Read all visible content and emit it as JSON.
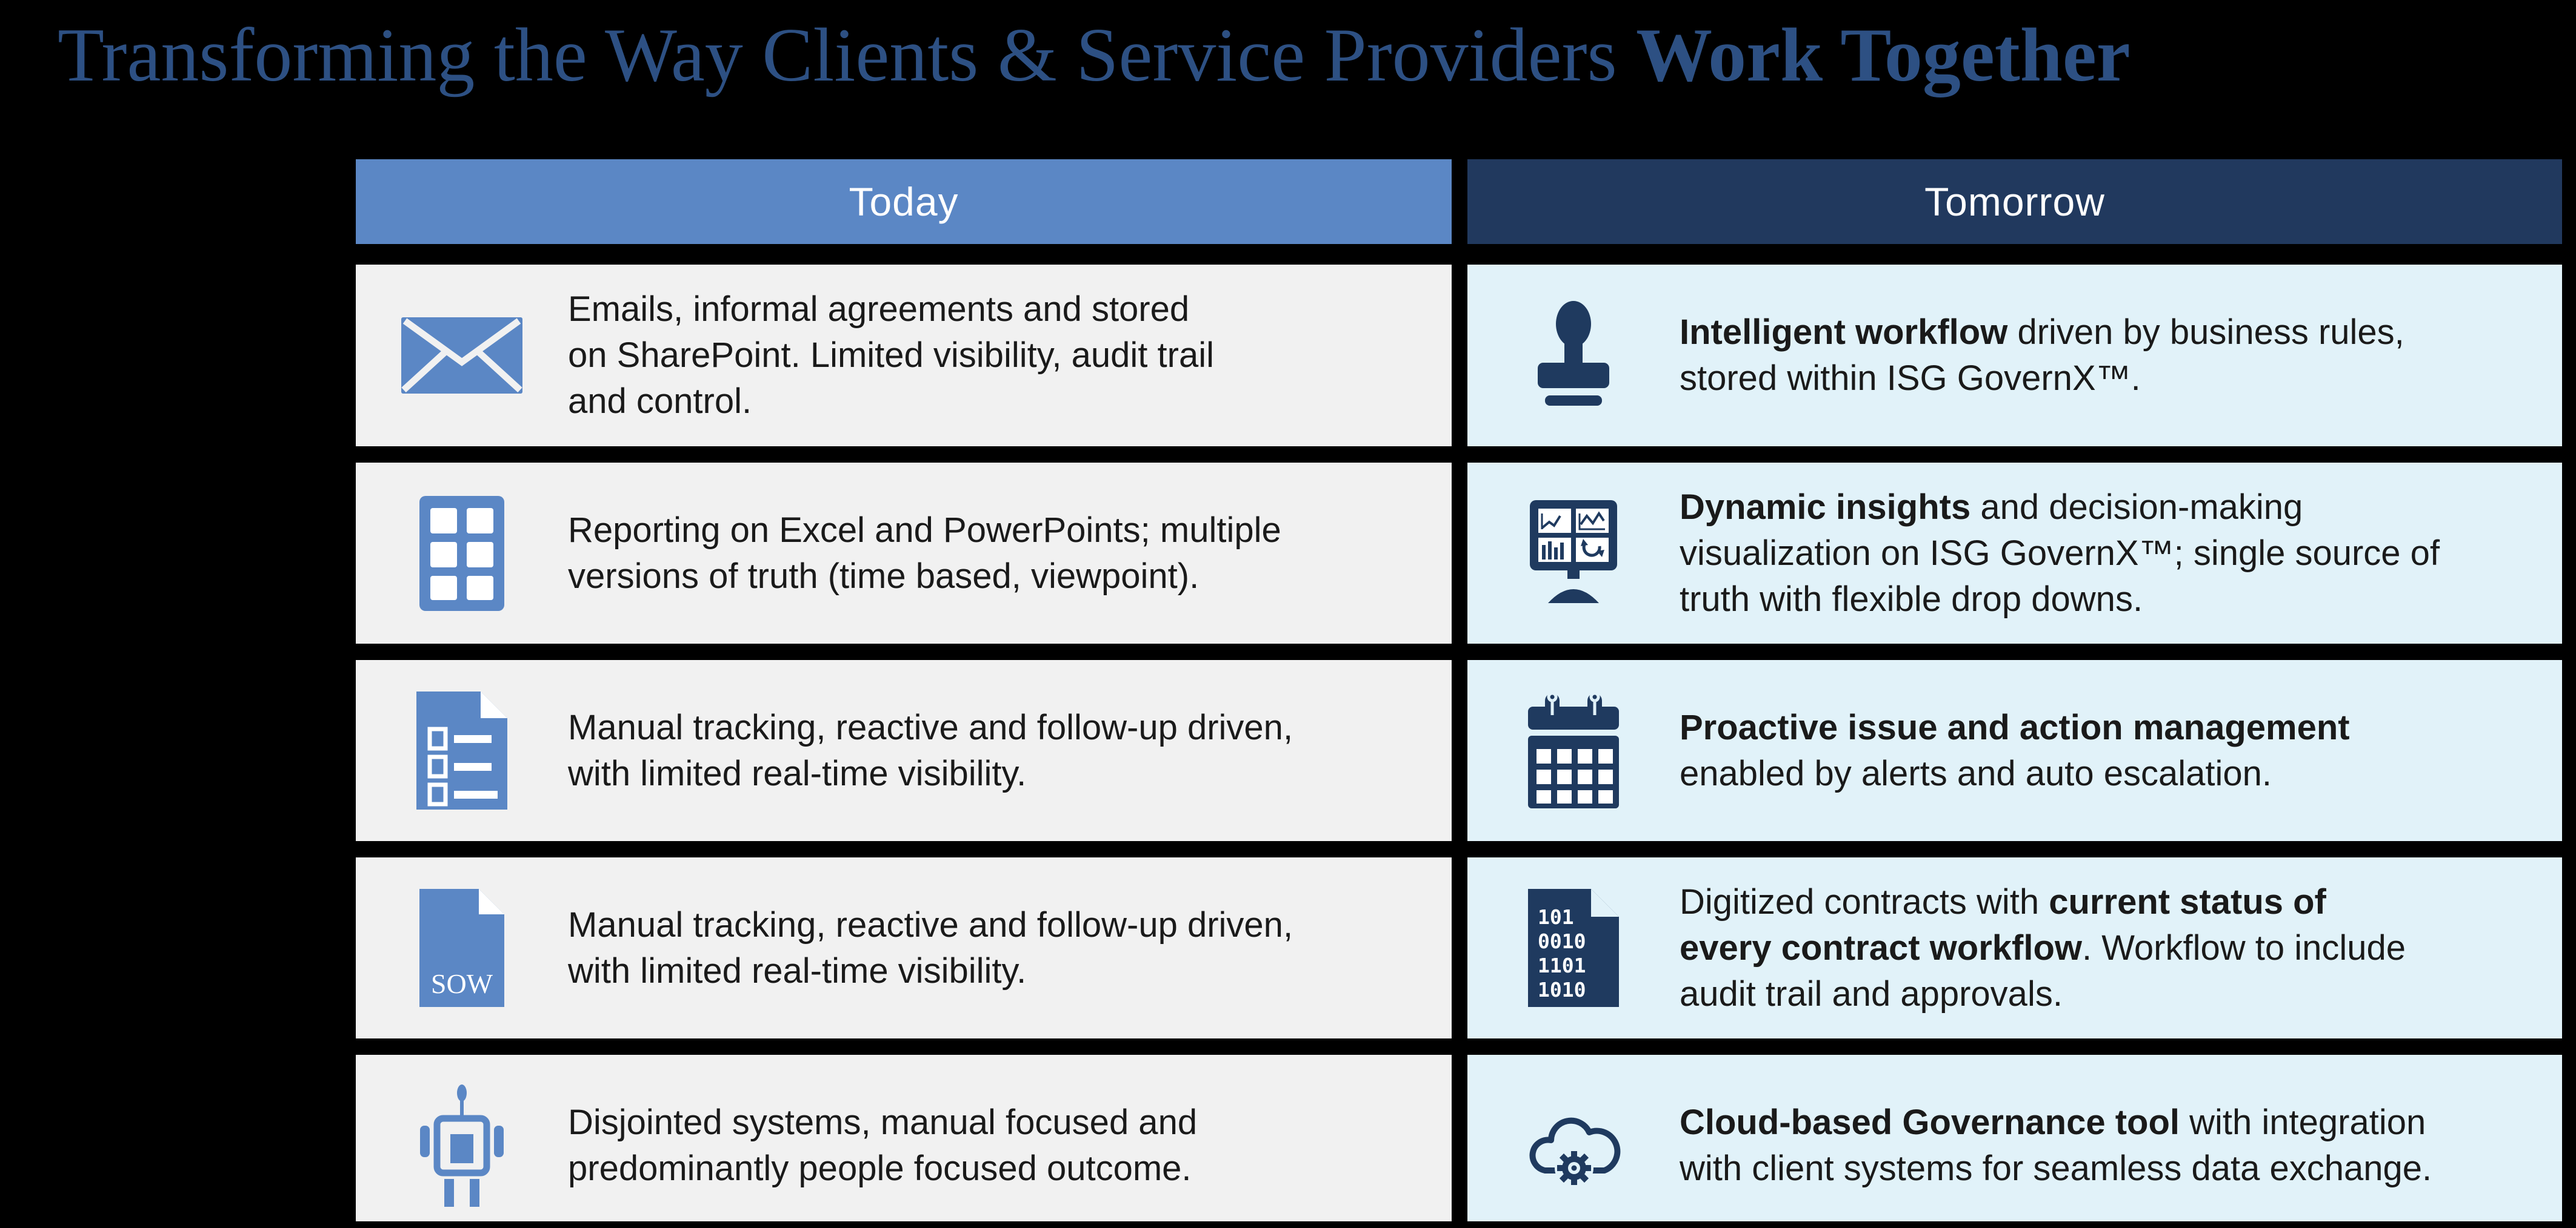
{
  "title": {
    "normal": "Transforming the Way Clients & Service Providers ",
    "bold": "Work Together"
  },
  "columns": {
    "today": "Today",
    "tomorrow": "Tomorrow"
  },
  "rows": [
    {
      "left": {
        "icon": "envelope-icon",
        "text": "Emails, informal agreements and stored\non SharePoint. Limited visibility, audit trail\nand control."
      },
      "right": {
        "icon": "stamp-icon",
        "segments": [
          {
            "text": "Intelligent workflow",
            "bold": true
          },
          {
            "text": " driven by business rules,\nstored within ISG GovernX™.",
            "bold": false
          }
        ]
      }
    },
    {
      "left": {
        "icon": "filmstrip-icon",
        "text": "Reporting on Excel and PowerPoints; multiple\nversions of truth (time based, viewpoint)."
      },
      "right": {
        "icon": "dashboard-monitor-icon",
        "segments": [
          {
            "text": "Dynamic insights",
            "bold": true
          },
          {
            "text": " and decision-making\nvisualization on ISG GovernX™; single source of\ntruth with flexible drop downs.",
            "bold": false
          }
        ]
      }
    },
    {
      "left": {
        "icon": "checklist-document-icon",
        "text": "Manual tracking, reactive and follow-up driven,\nwith limited real-time visibility."
      },
      "right": {
        "icon": "calendar-icon",
        "segments": [
          {
            "text": "Proactive issue and action management",
            "bold": true
          },
          {
            "text": "\nenabled by alerts and auto escalation.",
            "bold": false
          }
        ]
      }
    },
    {
      "left": {
        "icon": "sow-document-icon",
        "text": "Manual tracking, reactive and follow-up driven,\nwith limited real-time visibility."
      },
      "right": {
        "icon": "binary-document-icon",
        "segments": [
          {
            "text": "Digitized contracts with ",
            "bold": false
          },
          {
            "text": "current status of\nevery contract workflow",
            "bold": true
          },
          {
            "text": ". Workflow to include\naudit trail and approvals.",
            "bold": false
          }
        ]
      }
    },
    {
      "left": {
        "icon": "robot-icon",
        "text": "Disjointed systems, manual focused and\npredominantly people focused outcome."
      },
      "right": {
        "icon": "cloud-gear-icon",
        "segments": [
          {
            "text": "Cloud-based Governance tool",
            "bold": true
          },
          {
            "text": " with integration\nwith client systems for seamless data exchange.",
            "bold": false
          }
        ]
      }
    }
  ],
  "icon_labels": {
    "sow": "SOW",
    "binary_lines": [
      "101",
      "0010",
      "1101",
      "1010"
    ]
  },
  "colors": {
    "background": "#000000",
    "title_color": "#2d5083",
    "today_header_bg": "#5b87c5",
    "tomorrow_header_bg": "#21395e",
    "header_text": "#ffffff",
    "left_row_bg": "#f1f1f1",
    "right_row_bg": "#e1f2f9",
    "icon_blue": "#5b87c5",
    "icon_navy": "#1f3a5f",
    "body_text": "#1a1a1a"
  }
}
